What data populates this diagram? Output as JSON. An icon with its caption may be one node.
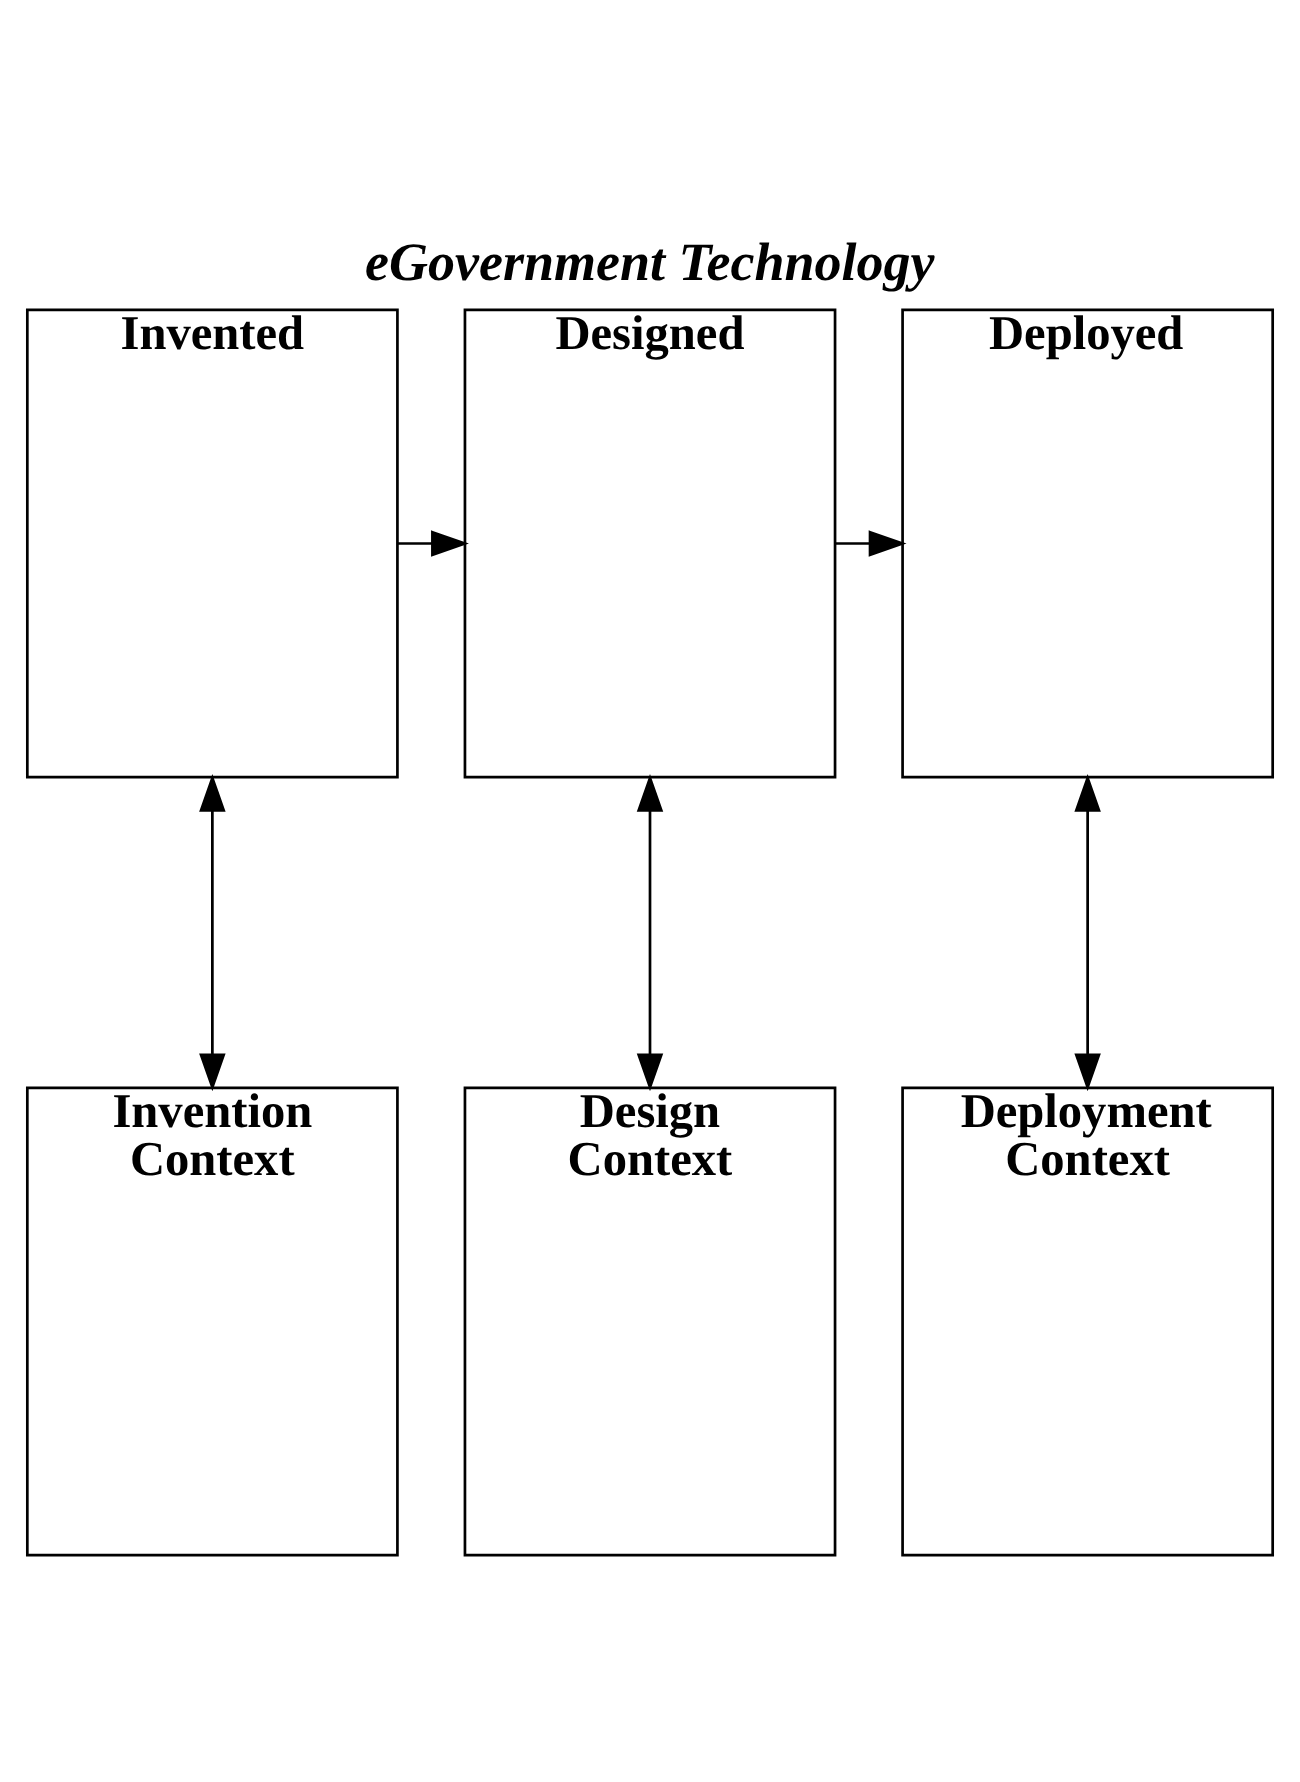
{
  "diagram": {
    "title": "eGovernment Technology",
    "nodes": [
      {
        "text": [
          "Invented"
        ]
      },
      {
        "text": [
          "Designed"
        ]
      },
      {
        "text": [
          "Deployed"
        ]
      },
      {
        "text": [
          "Invention Context"
        ]
      },
      {
        "text": [
          "Design Context"
        ]
      },
      {
        "text": [
          "Deployment Context"
        ]
      }
    ],
    "edges": [
      {
        "from": 0,
        "to": 1,
        "arrow": "to"
      },
      {
        "from": 1,
        "to": 2,
        "arrow": "to"
      },
      {
        "from": 0,
        "to": 3,
        "arrow": "both"
      },
      {
        "from": 1,
        "to": 4,
        "arrow": "both"
      },
      {
        "from": 2,
        "to": 5,
        "arrow": "both"
      }
    ]
  }
}
